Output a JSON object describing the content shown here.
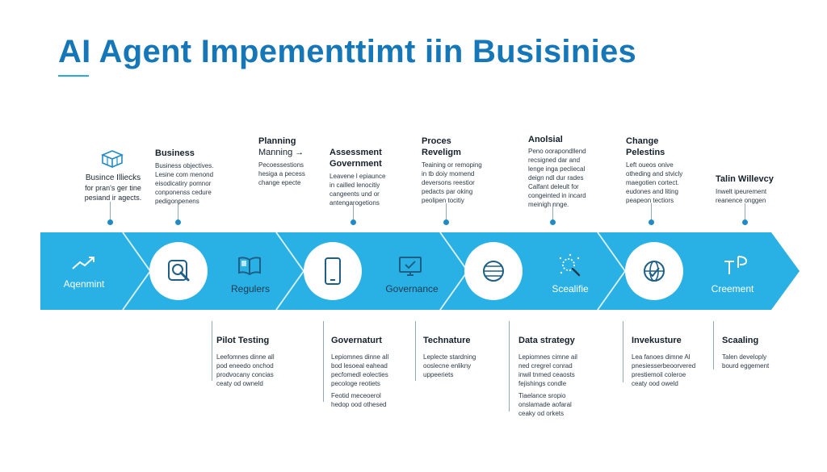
{
  "title": "AI Agent Impementtimt iin Busisinies",
  "left_block": {
    "lines": [
      "Busince Illiecks",
      "for pran's ger tine",
      "pesiand ir agects."
    ]
  },
  "band": {
    "color": "#29b1e6",
    "stages": [
      {
        "label": "Aqenmint",
        "icon": "trend-up-icon"
      },
      {
        "label": "",
        "icon": "search-document-icon"
      },
      {
        "label": "Regulers",
        "icon": "open-book-icon"
      },
      {
        "label": "",
        "icon": "smartphone-icon"
      },
      {
        "label": "Governance",
        "icon": "monitor-check-icon"
      },
      {
        "label": "",
        "icon": "globe-icon"
      },
      {
        "label": "Scealifie",
        "icon": "sparkle-search-icon"
      },
      {
        "label": "",
        "icon": "network-globe-icon"
      },
      {
        "label": "Creement",
        "icon": "text-cursor-icon"
      }
    ]
  },
  "top_cards": [
    {
      "heading": "Business",
      "body": [
        "Business objectives.",
        "Lesine com menond",
        "eisodicatiry pomnor",
        "conponenss cedure",
        "pedigonpenens"
      ]
    },
    {
      "heading": "Planning",
      "heading2": "Manning →",
      "body": [
        "Pecoessestions",
        "hesiga a pecess",
        "change epecte"
      ]
    },
    {
      "heading": "Assessment",
      "heading2": "Government",
      "body": [
        "Leavene l epiaunce",
        "in cailled lenocitiy",
        "cangeents und or",
        "antengarogetions"
      ]
    },
    {
      "heading": "Proces",
      "heading2": "Reveligm",
      "body": [
        "Teaining or remoping",
        "in tb doiy momend",
        "deversons reestior",
        "pedacts par oking",
        "peolipen tocitiy"
      ]
    },
    {
      "heading": "Anolsial",
      "body": [
        "Peno oorapondllend",
        "recsigned dar and",
        "lenge inga pecliecal",
        "deign ndl dur rades",
        "Calfant deleult for",
        "congeinted in incard",
        "meinigh nnge."
      ]
    },
    {
      "heading": "Change",
      "heading2": "Pelestins",
      "body": [
        "Left oueos onive",
        "otheding and stvicly",
        "maegotien cortect.",
        "eudones and liting",
        "peapeon tectiors"
      ]
    },
    {
      "heading": "Talin Willevcy",
      "body": [
        "Inwelt ipeurement",
        "reanence onggen"
      ]
    }
  ],
  "bottom_cards": [
    {
      "heading": "Pilot Testing",
      "body": [
        "Leefomnes dinne all",
        "pod eneedo onchod",
        "prodvocany concias",
        "ceaty od owneld"
      ]
    },
    {
      "heading": "Governaturt",
      "body": [
        "Lepiomnes dinne all",
        "bod lesoeal eahead",
        "pecfomedl eolecties",
        "pecologe reotiets",
        "",
        "Feotid meceoerol",
        "hedop ood othesed"
      ]
    },
    {
      "heading": "Technature",
      "body": [
        "Leplecte stardning",
        "ooslecne enlikny",
        "uppeeriets"
      ]
    },
    {
      "heading": "Data strategy",
      "body": [
        "Lepiomnes cimne ail",
        "ned cregrel conrad",
        "inwil tnmed ceaosts",
        "fejishings condle",
        "",
        "Tiaelance sropio",
        "onslamade aofaral",
        "ceaky od orkets"
      ]
    },
    {
      "heading": "Invekusture",
      "body": [
        "Lea fanoes dimne Al",
        "pnesiesserbeoorvered",
        "prestiemoil coleroe",
        "ceaty ood oweld"
      ]
    },
    {
      "heading": "Scaaling",
      "body": [
        "Talen developly",
        "bourd eggement"
      ]
    }
  ]
}
